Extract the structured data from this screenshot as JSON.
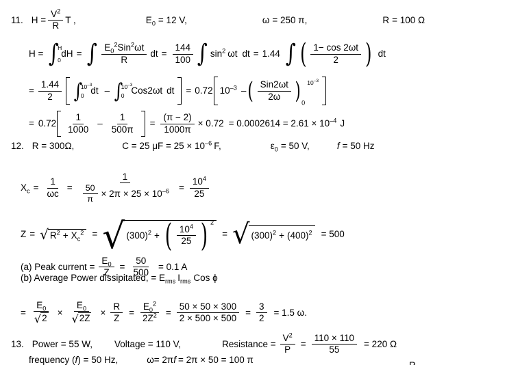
{
  "document": {
    "type": "physics-solutions-worksheet",
    "background": "#ffffff",
    "text_color": "#000000"
  },
  "problems": [
    {
      "number": "11.",
      "header": {
        "formula_H": "H =",
        "frac_num": "V",
        "frac_num_sup": "2",
        "frac_den": "R",
        "frac_tail": "T ,",
        "given_E0": "E",
        "given_E0_sub": "0",
        "given_E0_val": "= 12 V,",
        "given_omega": "ω",
        "given_omega_val": "= 250 π,",
        "given_R": "R",
        "given_R_val": "= 100 Ω"
      },
      "line2": {
        "lhs": "H =",
        "int1_upper": "H",
        "int1_lower": "0",
        "dH": "dH",
        "eq1": "=",
        "frac1_num_E": "E",
        "frac1_num_E_sub": "0",
        "frac1_num_E_sup": "2",
        "frac1_num_sin": "Sin",
        "frac1_num_sin_sup": "2",
        "frac1_num_wt": "ωt",
        "frac1_den": "R",
        "dt1": "dt",
        "eq2": "=",
        "frac2_num": "144",
        "frac2_den": "100",
        "sin2": "sin",
        "sin2_sup": "2",
        "wt2": "ωt",
        "dt2": "dt",
        "eq3": "=",
        "coef": "1.44",
        "inner_num": "1− cos 2ωt",
        "inner_den": "2",
        "dt3": "dt"
      },
      "line3": {
        "eq": "=",
        "frac_num": "1.44",
        "frac_den": "2",
        "int1_upper": "10",
        "int1_upper_sup": "–3",
        "int1_lower": "0",
        "dt1": "dt",
        "minus": "–",
        "int2_upper": "10",
        "int2_upper_sup": "–3",
        "int2_lower": "0",
        "cos_term": "Cos2ωt",
        "dt2": "dt",
        "eq2": "=",
        "coef2": "0.72",
        "term1": "10",
        "term1_sup": "–3",
        "minus2": "–",
        "inner_num": "Sin2ωt",
        "inner_den": "2ω",
        "sub0": "0",
        "sup10": "10",
        "sup10_exp": "–3"
      },
      "line4": {
        "eq": "=",
        "coef": "0.72",
        "f1_num": "1",
        "f1_den": "1000",
        "minus": "–",
        "f2_num": "1",
        "f2_den": "500π",
        "eq2": "=",
        "f3_num": "(π − 2)",
        "f3_den": "1000π",
        "times": "× 0.72",
        "eq3": "= 0.0002614 = 2.61 × 10",
        "exp": "–4",
        "unit": "J"
      }
    },
    {
      "number": "12.",
      "header": {
        "R": "R = 300Ω,",
        "C": "C = 25 μF = 25 × 10",
        "C_sup": "–6",
        "C_unit": "F,",
        "eps": "ε",
        "eps_sub": "0",
        "eps_val": "= 50 V,",
        "freq_sym": "f",
        "freq_val": "= 50 Hz"
      },
      "xc_line": {
        "lhs": "X",
        "lhs_sub": "c",
        "eq1": "=",
        "f1_num": "1",
        "f1_den": "ωc",
        "eq2": "=",
        "f2_num": "1",
        "f2_den_frac_num": "50",
        "f2_den_frac_den": "π",
        "f2_den_rest": "× 2π × 25 × 10",
        "f2_den_rest_sup": "–6",
        "eq3": "=",
        "f3_num": "10",
        "f3_num_sup": "4",
        "f3_den": "25"
      },
      "z_line": {
        "lhs": "Z",
        "eq1": "=",
        "rad1_R": "R",
        "rad1_R_sup": "2",
        "rad1_plus": "+",
        "rad1_X": "X",
        "rad1_X_sub": "c",
        "rad1_X_sup": "2",
        "eq2": "=",
        "rad2_a": "(300)",
        "rad2_a_sup": "2",
        "rad2_plus": "+",
        "rad2_frac_num": "10",
        "rad2_frac_num_sup": "4",
        "rad2_frac_den": "25",
        "rad2_paren_sup": "2",
        "eq3": "=",
        "rad3_a": "(300)",
        "rad3_a_sup": "2",
        "rad3_plus": "+",
        "rad3_b": "(400)",
        "rad3_b_sup": "2",
        "eq4": "= 500"
      },
      "part_a": {
        "label": "(a) Peak current =",
        "f1_num": "E",
        "f1_num_sub": "0",
        "f1_den": "Z",
        "eq1": "=",
        "f2_num": "50",
        "f2_den": "500",
        "result": "= 0.1 A"
      },
      "part_b": {
        "label": "(b) Average Power dissipitated, = E",
        "sub1": "rms",
        "mid": "I",
        "sub2": "rms",
        "tail": "Cos ϕ"
      },
      "power_line": {
        "eq": "=",
        "f1_num": "E",
        "f1_num_sub": "0",
        "f1_den_sqrt": "2",
        "x1": "×",
        "f2_num": "E",
        "f2_num_sub": "0",
        "f2_den_sqrt": "2Z",
        "x2": "×",
        "f3_num": "R",
        "f3_den": "Z",
        "eq2": "=",
        "f4_num": "E",
        "f4_num_sub": "0",
        "f4_num_sup": "2",
        "f4_den": "2Z",
        "f4_den_sup": "2",
        "eq3": "=",
        "f5_num": "50 × 50 × 300",
        "f5_den": "2 × 500 × 500",
        "eq4": "=",
        "f6_num": "3",
        "f6_den": "2",
        "result": "= 1.5 ω."
      }
    },
    {
      "number": "13.",
      "line1": {
        "power": "Power = 55 W,",
        "voltage": "Voltage = 110 V,",
        "resistance_label": "Resistance =",
        "f1_num": "V",
        "f1_num_sup": "2",
        "f1_den": "P",
        "eq1": "=",
        "f2_num": "110 × 110",
        "f2_den": "55",
        "result": "= 220 Ω"
      },
      "line2": {
        "freq_label_pre": "frequency (",
        "freq_sym": "f",
        "freq_label_post": ") = 50 Hz,",
        "omega_expr_1": "ω= 2π",
        "omega_expr_f": "f",
        "omega_expr_2": "= 2π × 50 = 100 π"
      }
    }
  ],
  "cut_off_next_line": {
    "fragment": "R"
  }
}
